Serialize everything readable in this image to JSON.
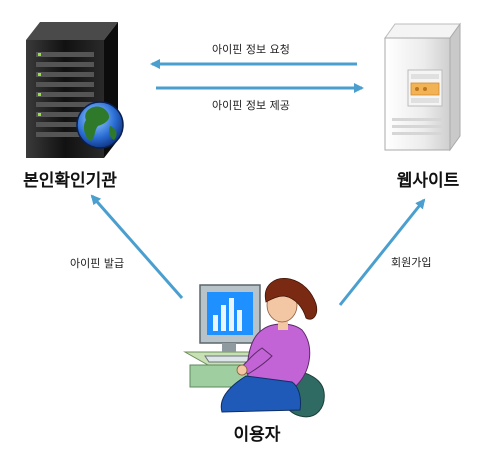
{
  "nodes": {
    "identity_agency": {
      "label": "본인확인기관",
      "icon": "server-tower-globe-icon"
    },
    "website": {
      "label": "웹사이트",
      "icon": "server-beige-icon"
    },
    "user": {
      "label": "이용자",
      "icon": "person-at-computer-icon"
    }
  },
  "edges": {
    "ipin_request": {
      "label": "아이핀 정보 요청"
    },
    "ipin_provide": {
      "label": "아이핀 정보 제공"
    },
    "ipin_issue": {
      "label": "아이핀 발급"
    },
    "membership_signup": {
      "label": "회원가입"
    }
  },
  "colors": {
    "arrow": "#4a9fcf",
    "server_dark": "#1a1a1a",
    "server_light": "#e9e9e9",
    "person_shirt": "#c264d6",
    "hair": "#7a2a12",
    "chair": "#2f6b63",
    "monitor_screen": "#1e90ff"
  }
}
